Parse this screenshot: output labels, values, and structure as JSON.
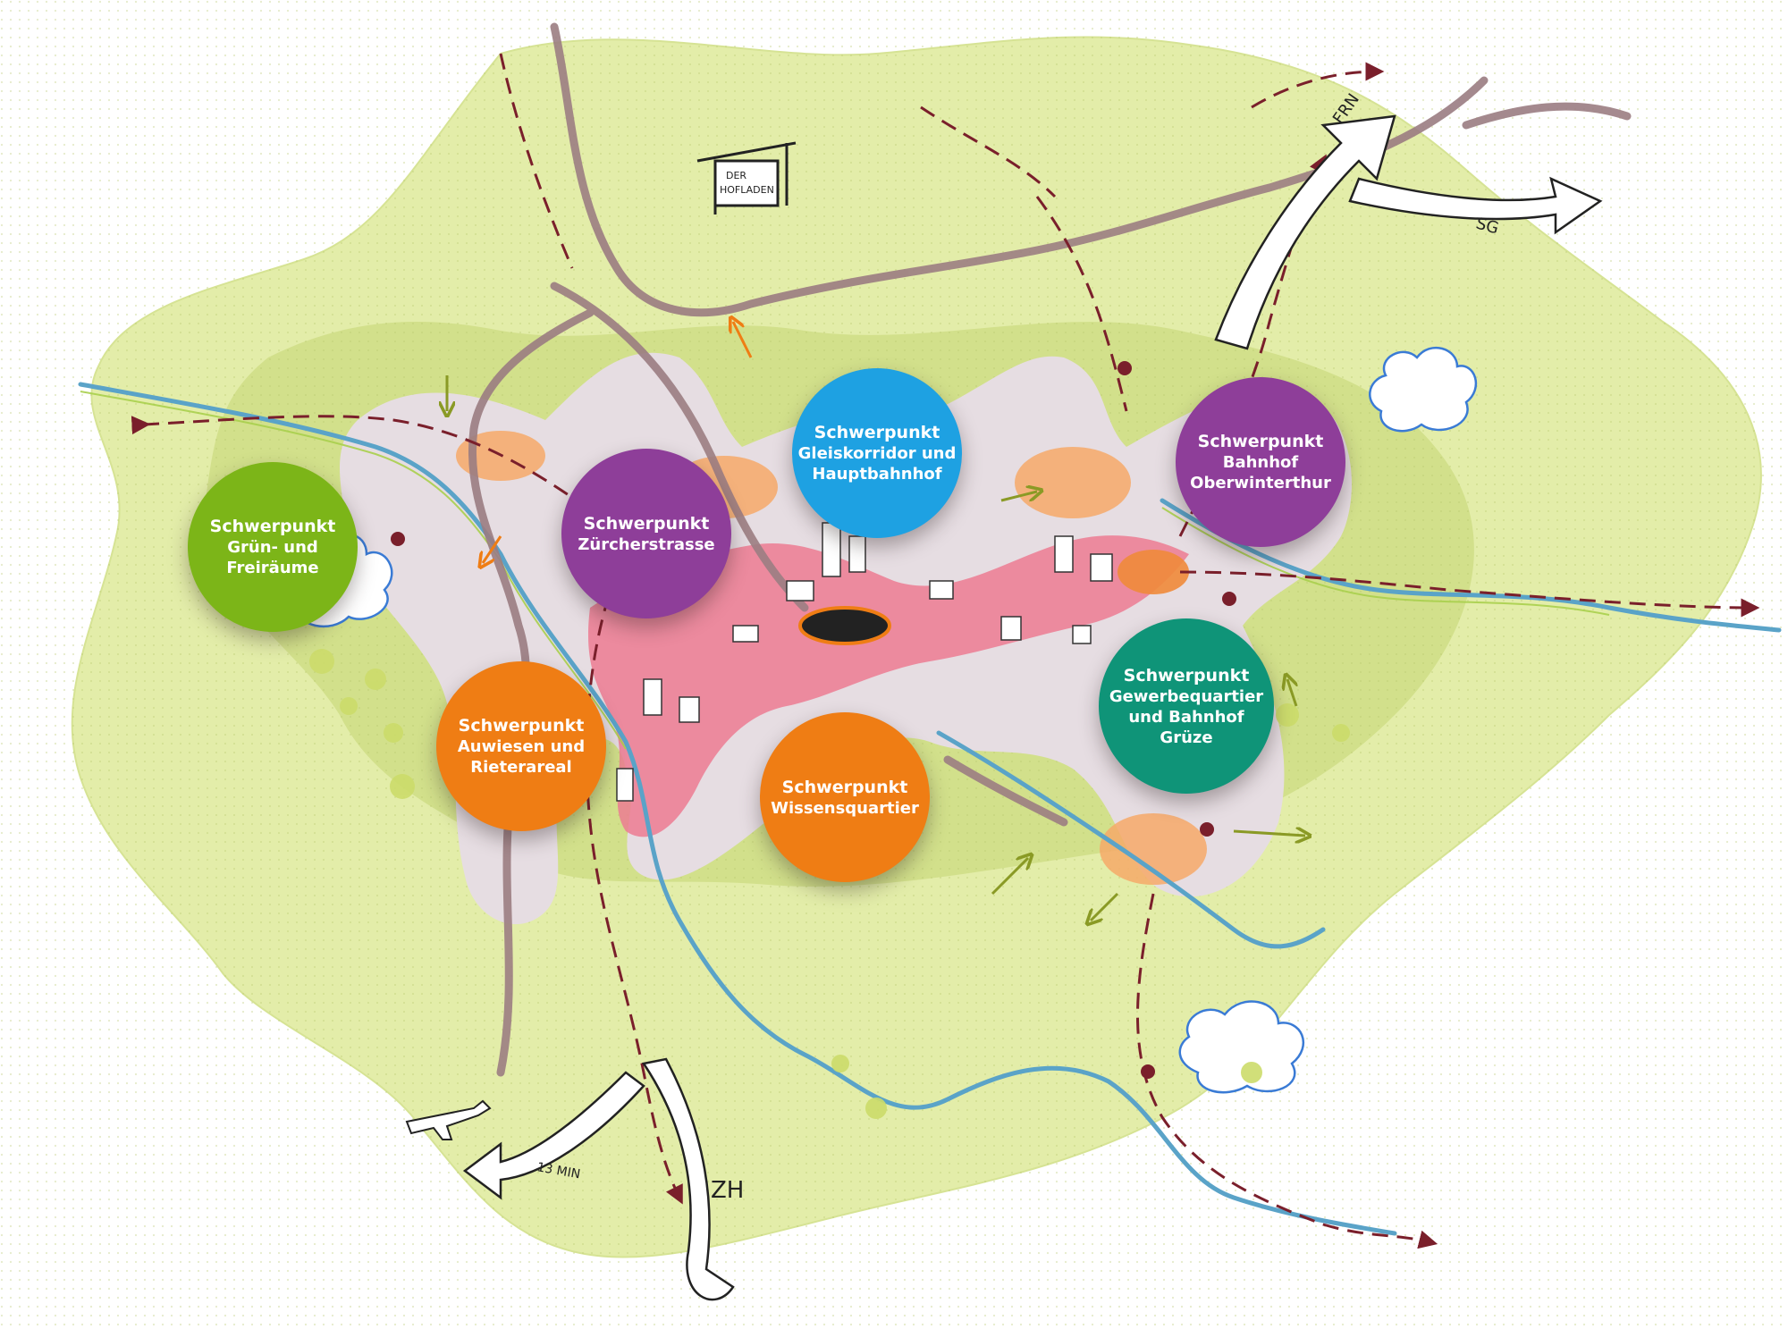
{
  "schwerpunkte": [
    {
      "key": "gruen",
      "title": "Schwerpunkt",
      "lines": [
        "Grün- und",
        "Freiräume"
      ],
      "color": "#7cb518"
    },
    {
      "key": "zuercher",
      "title": "Schwerpunkt",
      "lines": [
        "Zürcherstrasse"
      ],
      "color": "#8e3e99"
    },
    {
      "key": "gleis",
      "title": "Schwerpunkt",
      "lines": [
        "Gleiskorridor und",
        "Hauptbahnhof"
      ],
      "color": "#1ea1e2"
    },
    {
      "key": "ober",
      "title": "Schwerpunkt",
      "lines": [
        "Bahnhof",
        "Oberwinterthur"
      ],
      "color": "#8e3e99"
    },
    {
      "key": "gewerbe",
      "title": "Schwerpunkt",
      "lines": [
        "Gewerbequartier",
        "und Bahnhof",
        "Grüze"
      ],
      "color": "#0f9478"
    },
    {
      "key": "auwiesen",
      "title": "Schwerpunkt",
      "lines": [
        "Auwiesen und",
        "Rieterareal"
      ],
      "color": "#ef7d14"
    },
    {
      "key": "wissen",
      "title": "Schwerpunkt",
      "lines": [
        "Wissensquartier"
      ],
      "color": "#ef7d14"
    }
  ],
  "labels": {
    "hofladen_1": "DER",
    "hofladen_2": "HOFLADEN",
    "frn": "FRN",
    "sg": "SG",
    "zh": "ZH",
    "min": "13 MIN"
  },
  "colors": {
    "land": "#e3eda9",
    "land_dark": "#cbdc7f",
    "city": "#e7dde1",
    "core": "#e8788f",
    "orange_zone": "#f6a968",
    "river": "#5aa3c8",
    "road": "#9b7d82",
    "rail": "#7a1f2b"
  }
}
